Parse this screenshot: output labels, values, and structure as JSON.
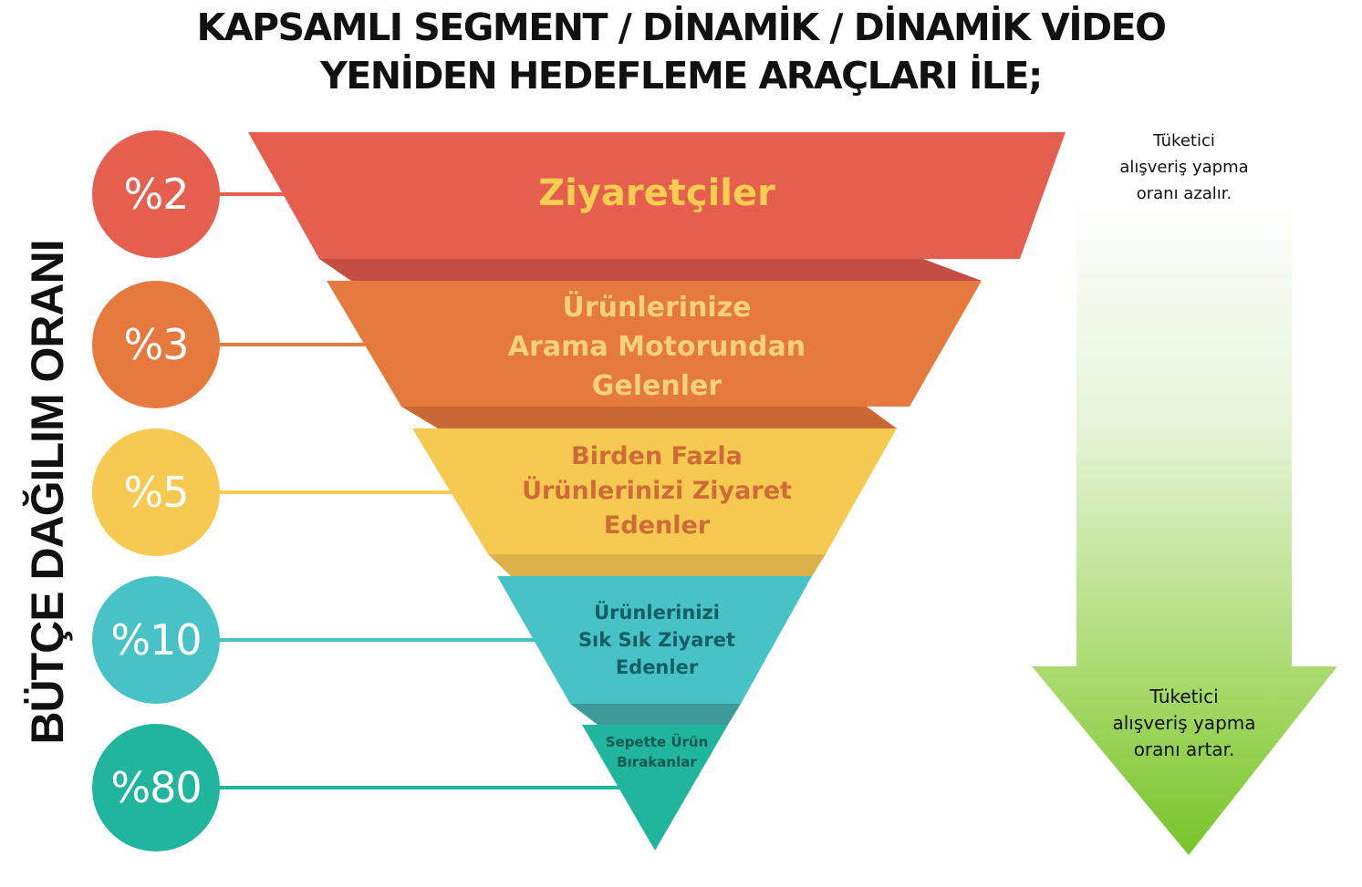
{
  "title": {
    "line1": "KAPSAMLI SEGMENT / DİNAMİK / DİNAMİK VİDEO",
    "line2": "YENİDEN HEDEFLEME ARAÇLARI İLE;"
  },
  "vertical_title": "BÜTÇE DAĞILIM ORANI",
  "funnel": [
    {
      "percent": "%2",
      "label": "Ziyaretçiler",
      "color": "#E65E4E",
      "shadow": "#C54E44",
      "text_color": "#F8CE4E"
    },
    {
      "percent": "%3",
      "label": "Ürünlerinize\nArama Motorundan\nGelenler",
      "color": "#E6793D",
      "shadow": "#C96834",
      "text_color": "#F8D27A"
    },
    {
      "percent": "%5",
      "label": "Birden Fazla\nÜrünlerinizi Ziyaret\nEdenler",
      "color": "#F6C950",
      "shadow": "#DDB14A",
      "text_color": "#CF6B37"
    },
    {
      "percent": "%10",
      "label": "Ürünlerinizi\nSık Sık Ziyaret\nEdenler",
      "color": "#47C2C7",
      "shadow": "#3E9A98",
      "text_color": "#135E63"
    },
    {
      "percent": "%80",
      "label": "Sepette Ürün\nBırakanlar",
      "color": "#22B59E",
      "shadow": "#1A8E7C",
      "text_color": "#0F5A4F"
    }
  ],
  "arrow": {
    "top_text": "Tüketici\nalışveriş yapma\noranı azalır.",
    "bottom_text": "Tüketici\nalışveriş yapma\noranı artar.",
    "gradient_top": "#FFFFFF",
    "gradient_bottom": "#78C42A"
  }
}
